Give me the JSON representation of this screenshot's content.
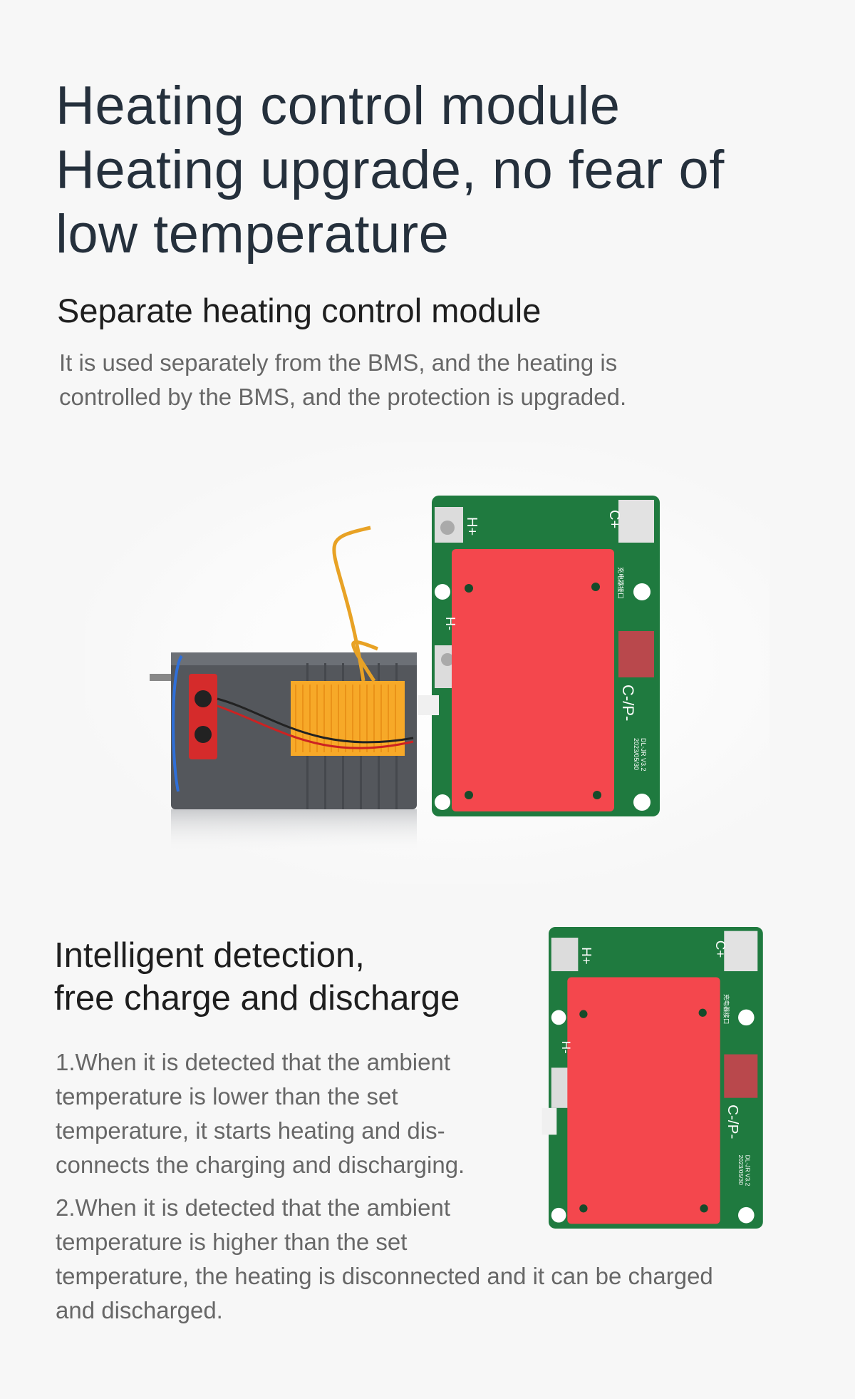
{
  "header": {
    "title_lines": [
      "Heating control module",
      "Heating upgrade, no fear of",
      "low temperature"
    ],
    "subtitle": "Separate heating control module",
    "description_lines": [
      "It is used separately from the BMS, and the heating is",
      "controlled by the BMS, and the protection is upgraded."
    ]
  },
  "section2": {
    "heading_lines": [
      "Intelligent detection,",
      "free charge and discharge"
    ],
    "points": [
      "1.When it is detected that the ambient temperature is lower than the set temperature, it starts heating and dis-connects the charging and discharging.",
      "2.When it is detected that the ambient temperature is higher than the set temperature, the heating is disconnected and it can be charged and discharged."
    ]
  },
  "board_labels": {
    "h_plus": "H+",
    "h_minus": "H-",
    "c_plus": "C+",
    "c_minus_p_minus": "C-/P-",
    "charger_port": "充电器接口",
    "model": "DL-JR V3.2",
    "date": "2023/05/30"
  },
  "colors": {
    "pcb_green": "#1f7a3f",
    "cover_red": "#f4474d",
    "heating_film": "#f7a928",
    "title": "#25303c",
    "body_text": "#676767"
  }
}
